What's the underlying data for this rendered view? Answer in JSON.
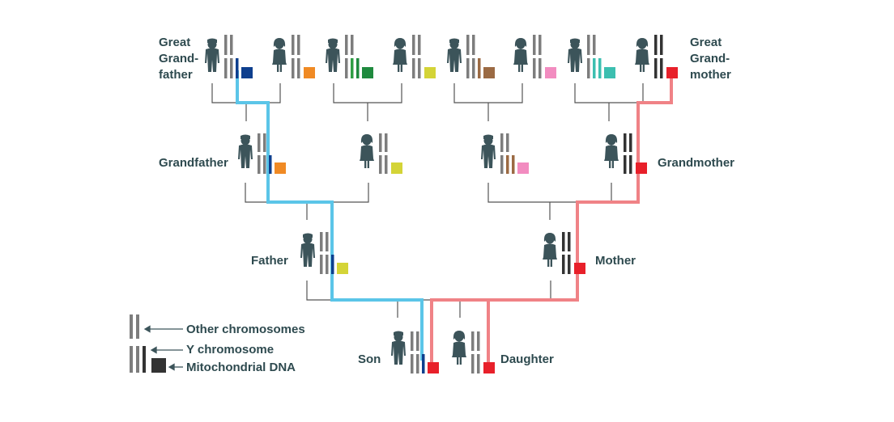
{
  "labels": {
    "gg_left_1": "Great",
    "gg_left_2": "Grand-",
    "gg_left_3": "father",
    "gg_right_1": "Great",
    "gg_right_2": "Grand-",
    "gg_right_3": "mother",
    "grandfather": "Grandfather",
    "grandmother": "Grandmother",
    "father": "Father",
    "mother": "Mother",
    "son": "Son",
    "daughter": "Daughter"
  },
  "legend": {
    "other": "Other chromosomes",
    "y": "Y chromosome",
    "mito": "Mitochondrial DNA"
  },
  "colors": {
    "person": "#3c545a",
    "chromosome": "#7d7d7d",
    "chromosome_dark": "#333333",
    "tree_line": "#555555",
    "y_path": "#5bc5e8",
    "mito_path": "#f08286",
    "y_dark_blue": "#0e3f8e",
    "orange": "#f08a24",
    "dark_green": "#1f8a3e",
    "green_bar": "#2f9e44",
    "yellow": "#d4d437",
    "brown": "#9b6a43",
    "pink": "#f28cc0",
    "teal": "#3cbfb0",
    "red": "#e8202a"
  }
}
